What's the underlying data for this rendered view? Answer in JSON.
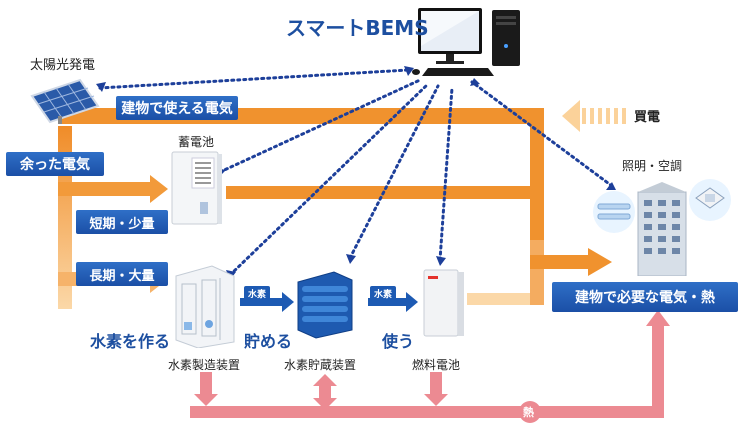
{
  "title": "スマートBEMS",
  "labels": {
    "solar": "太陽光発電",
    "surplus": "余った電気",
    "usable_power": "建物で使える電気",
    "buy_power": "買電",
    "battery": "蓄電池",
    "lighting_ac": "照明・空調",
    "short_small": "短期・少量",
    "long_large": "長期・大量",
    "building_needs": "建物で必要な電気・熱",
    "hydrogen_flow_1": "水素",
    "hydrogen_flow_2": "水素",
    "make_h2": "水素を作る",
    "store": "貯める",
    "use": "使う",
    "h2_generator": "水素製造装置",
    "h2_storage": "水素貯蔵装置",
    "fuel_cell": "燃料電池",
    "heat": "熱"
  },
  "colors": {
    "orange": "#f0922e",
    "orange_light": "#fbd29a",
    "pink": "#ec8a92",
    "blue": "#1d4fa0",
    "dots": "#1d3f9a"
  }
}
